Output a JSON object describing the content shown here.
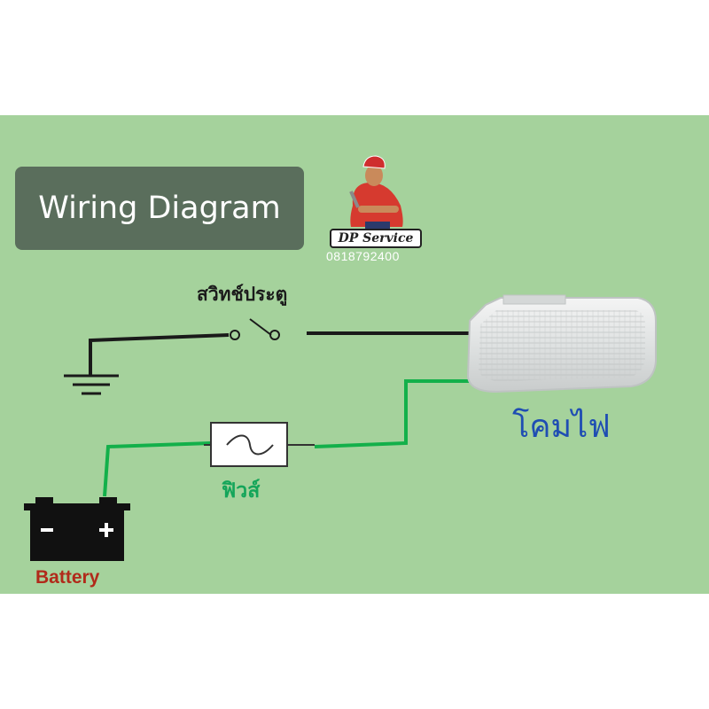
{
  "title": "Wiring Diagram",
  "labels": {
    "switch": "สวิทช์ประตู",
    "lamp": "โคมไฟ",
    "fuse": "ฟิวส์",
    "battery": "Battery"
  },
  "logo": {
    "name": "DP Service",
    "phone": "0818792400"
  },
  "colors": {
    "background": "#a5d29c",
    "title_box": "#5a6e5c",
    "wire_ground": "#1a1a1a",
    "wire_power": "#13b04a",
    "lamp_label": "#1f4db3",
    "fuse_label": "#14a55a",
    "battery_label": "#b12a1a"
  }
}
